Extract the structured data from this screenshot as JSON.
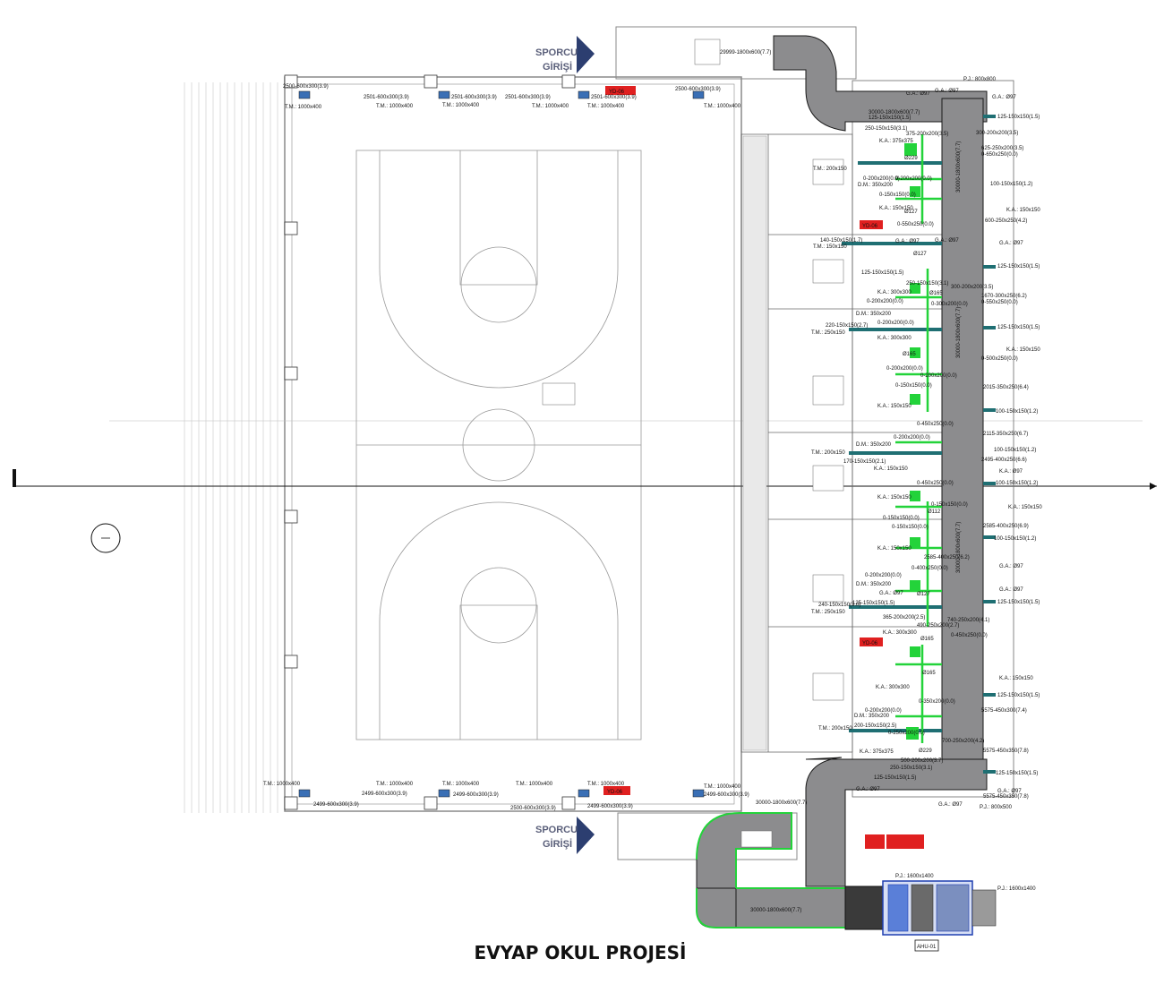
{
  "title": "EVYAP OKUL PROJESİ",
  "entries": [
    {
      "line1": "SPORCU",
      "line2": "GİRİŞİ"
    },
    {
      "line1": "SPORCU",
      "line2": "GİRİŞİ"
    }
  ],
  "top_row_labels": [
    "2500-600x300(3.9)",
    "2501-600x300(3.9)",
    "2501-600x300(3.9)",
    "2501-600x300(3.9)",
    "2501-600x300(3.9)",
    "2500-600x300(3.9)"
  ],
  "top_tm_labels": [
    "T.M.: 1000x400",
    "T.M.: 1000x400",
    "T.M.: 1000x400",
    "T.M.: 1000x400",
    "T.M.: 1000x400",
    "T.M.: 1000x400"
  ],
  "bottom_row_labels": [
    "2499-600x300(3.9)",
    "2499-600x300(3.9)",
    "2499-600x300(3.9)",
    "2500-600x300(3.9)",
    "2499-600x300(3.9)",
    "2499-600x300(3.9)"
  ],
  "bottom_tm_labels": [
    "T.M.: 1000x400",
    "T.M.: 1000x400",
    "T.M.: 1000x400",
    "T.M.: 1000x400",
    "T.M.: 1000x400",
    "T.M.: 1000x400"
  ],
  "red_tags": [
    "YD-06",
    "YD-06",
    "YD-06",
    "YD-06"
  ],
  "main_duct_labels": [
    "29999-1800x600(7.7)",
    "30000-1800x600(7.7)",
    "30000-1800x600(7.7)",
    "30000-1800x600(7.7)",
    "30000-1800x600(7.7)",
    "30000-1800x600(7.7)",
    "30000-1800x600(7.7)"
  ],
  "pj_labels": [
    "P.J.: 800x800",
    "P.J.: 800x500",
    "P.J.: 1600x1400",
    "P.J.: 1600x1400"
  ],
  "ahu_label": "AHU-01",
  "left_branch_labels": [
    "T.M.: 200x150",
    "140-150x150(1.7)",
    "T.M.: 150x150",
    "220-150x150(2.7)",
    "T.M.: 250x150",
    "T.M.: 200x150",
    "170-150x150(2.1)",
    "240-150x150(3.0)",
    "T.M.: 250x150",
    "T.M.: 200x150"
  ],
  "room_labels": [
    "K.A.: 375x375",
    "D.M.: 350x200",
    "K.A.: 150x150",
    "K.A.: 300x300",
    "D.M.: 350x200",
    "K.A.: 300x300",
    "K.A.: 150x150",
    "D.M.: 350x200",
    "K.A.: 150x150",
    "K.A.: 150x150",
    "K.A.: 150x150",
    "D.M.: 350x200",
    "G.A.: Ø97",
    "K.A.: 300x300",
    "K.A.: 300x300",
    "D.M.: 350x200",
    "K.A.: 375x375"
  ],
  "right_branch_labels": [
    "G.A.: Ø97",
    "125-150x150(1.5)",
    "300-200x200(3.5)",
    "625-250x200(3.5)",
    "0-650x250(0.0)",
    "600-250x250(4.2)",
    "100-150x150(1.2)",
    "K.A.: 150x150",
    "G.A.: Ø97",
    "125-150x150(1.5)",
    "1670-300x250(6.2)",
    "0-550x250(0.0)",
    "125-150x150(1.5)",
    "K.A.: 150x150",
    "0-500x250(0.0)",
    "2015-350x250(6.4)",
    "100-150x150(1.2)",
    "2115-350x250(6.7)",
    "100-150x150(1.2)",
    "2495-400x250(6.6)",
    "K.A.: Ø97",
    "100-150x150(1.2)",
    "K.A.: 150x150",
    "2585-400x250(6.9)",
    "100-150x150(1.2)",
    "G.A.: Ø97",
    "G.A.: Ø97",
    "125-150x150(1.5)",
    "K.A.: 150x150",
    "125-150x150(1.5)",
    "5575-450x300(7.4)",
    "5575-450x350(7.8)",
    "125-150x150(1.5)",
    "G.A.: Ø97",
    "5575-450x350(7.8)"
  ],
  "inner_labels": [
    "G.A.: Ø97",
    "G.A.: Ø97",
    "125-150x150(1.5)",
    "250-150x150(3.1)",
    "375-200x200(3.5)",
    "Ø229",
    "0-200x200(0.0)",
    "0-200x200(0.0)",
    "0-150x150(0.0)",
    "Ø127",
    "0-550x250(0.0)",
    "G.A.: Ø97",
    "G.A.: Ø97",
    "Ø127",
    "125-150x150(1.5)",
    "250-150x150(3.1)",
    "300-200x200(3.5)",
    "Ø165",
    "0-200x200(0.0)",
    "0-300x200(0.0)",
    "0-200x200(0.0)",
    "Ø165",
    "0-200x200(0.0)",
    "0-200x200(0.0)",
    "0-450x250(0.0)",
    "0-200x200(0.0)",
    "0-150x150(0.0)",
    "0-450x250(0.0)",
    "Ø112",
    "0-150x150(0.0)",
    "0-150x150(0.0)",
    "0-150x150(0.0)",
    "2585-400x250(6.2)",
    "0-400x250(0.0)",
    "0-200x200(0.0)",
    "Ø127",
    "125-150x150(1.5)",
    "365-200x200(2.5)",
    "490-250x200(2.7)",
    "740-250x200(4.1)",
    "Ø165",
    "0-450x250(0.0)",
    "Ø165",
    "0-350x200(0.0)",
    "0-200x200(0.0)",
    "200-150x150(2.5)",
    "0-250x200(0.0)",
    "Ø229",
    "700-250x200(4.2)",
    "500-200x200(3.7)",
    "250-150x150(3.1)",
    "125-150x150(1.5)",
    "G.A.: Ø97",
    "G.A.: Ø97"
  ],
  "colors": {
    "duct_fill": "#8c8c8e",
    "duct_stroke": "#1a1a1a",
    "branch_teal": "#1f6f73",
    "green_line": "#23d33a",
    "grille_blue": "#3a6fb5",
    "tag_red": "#e02020",
    "entry_arrow": "#2c3e70"
  }
}
